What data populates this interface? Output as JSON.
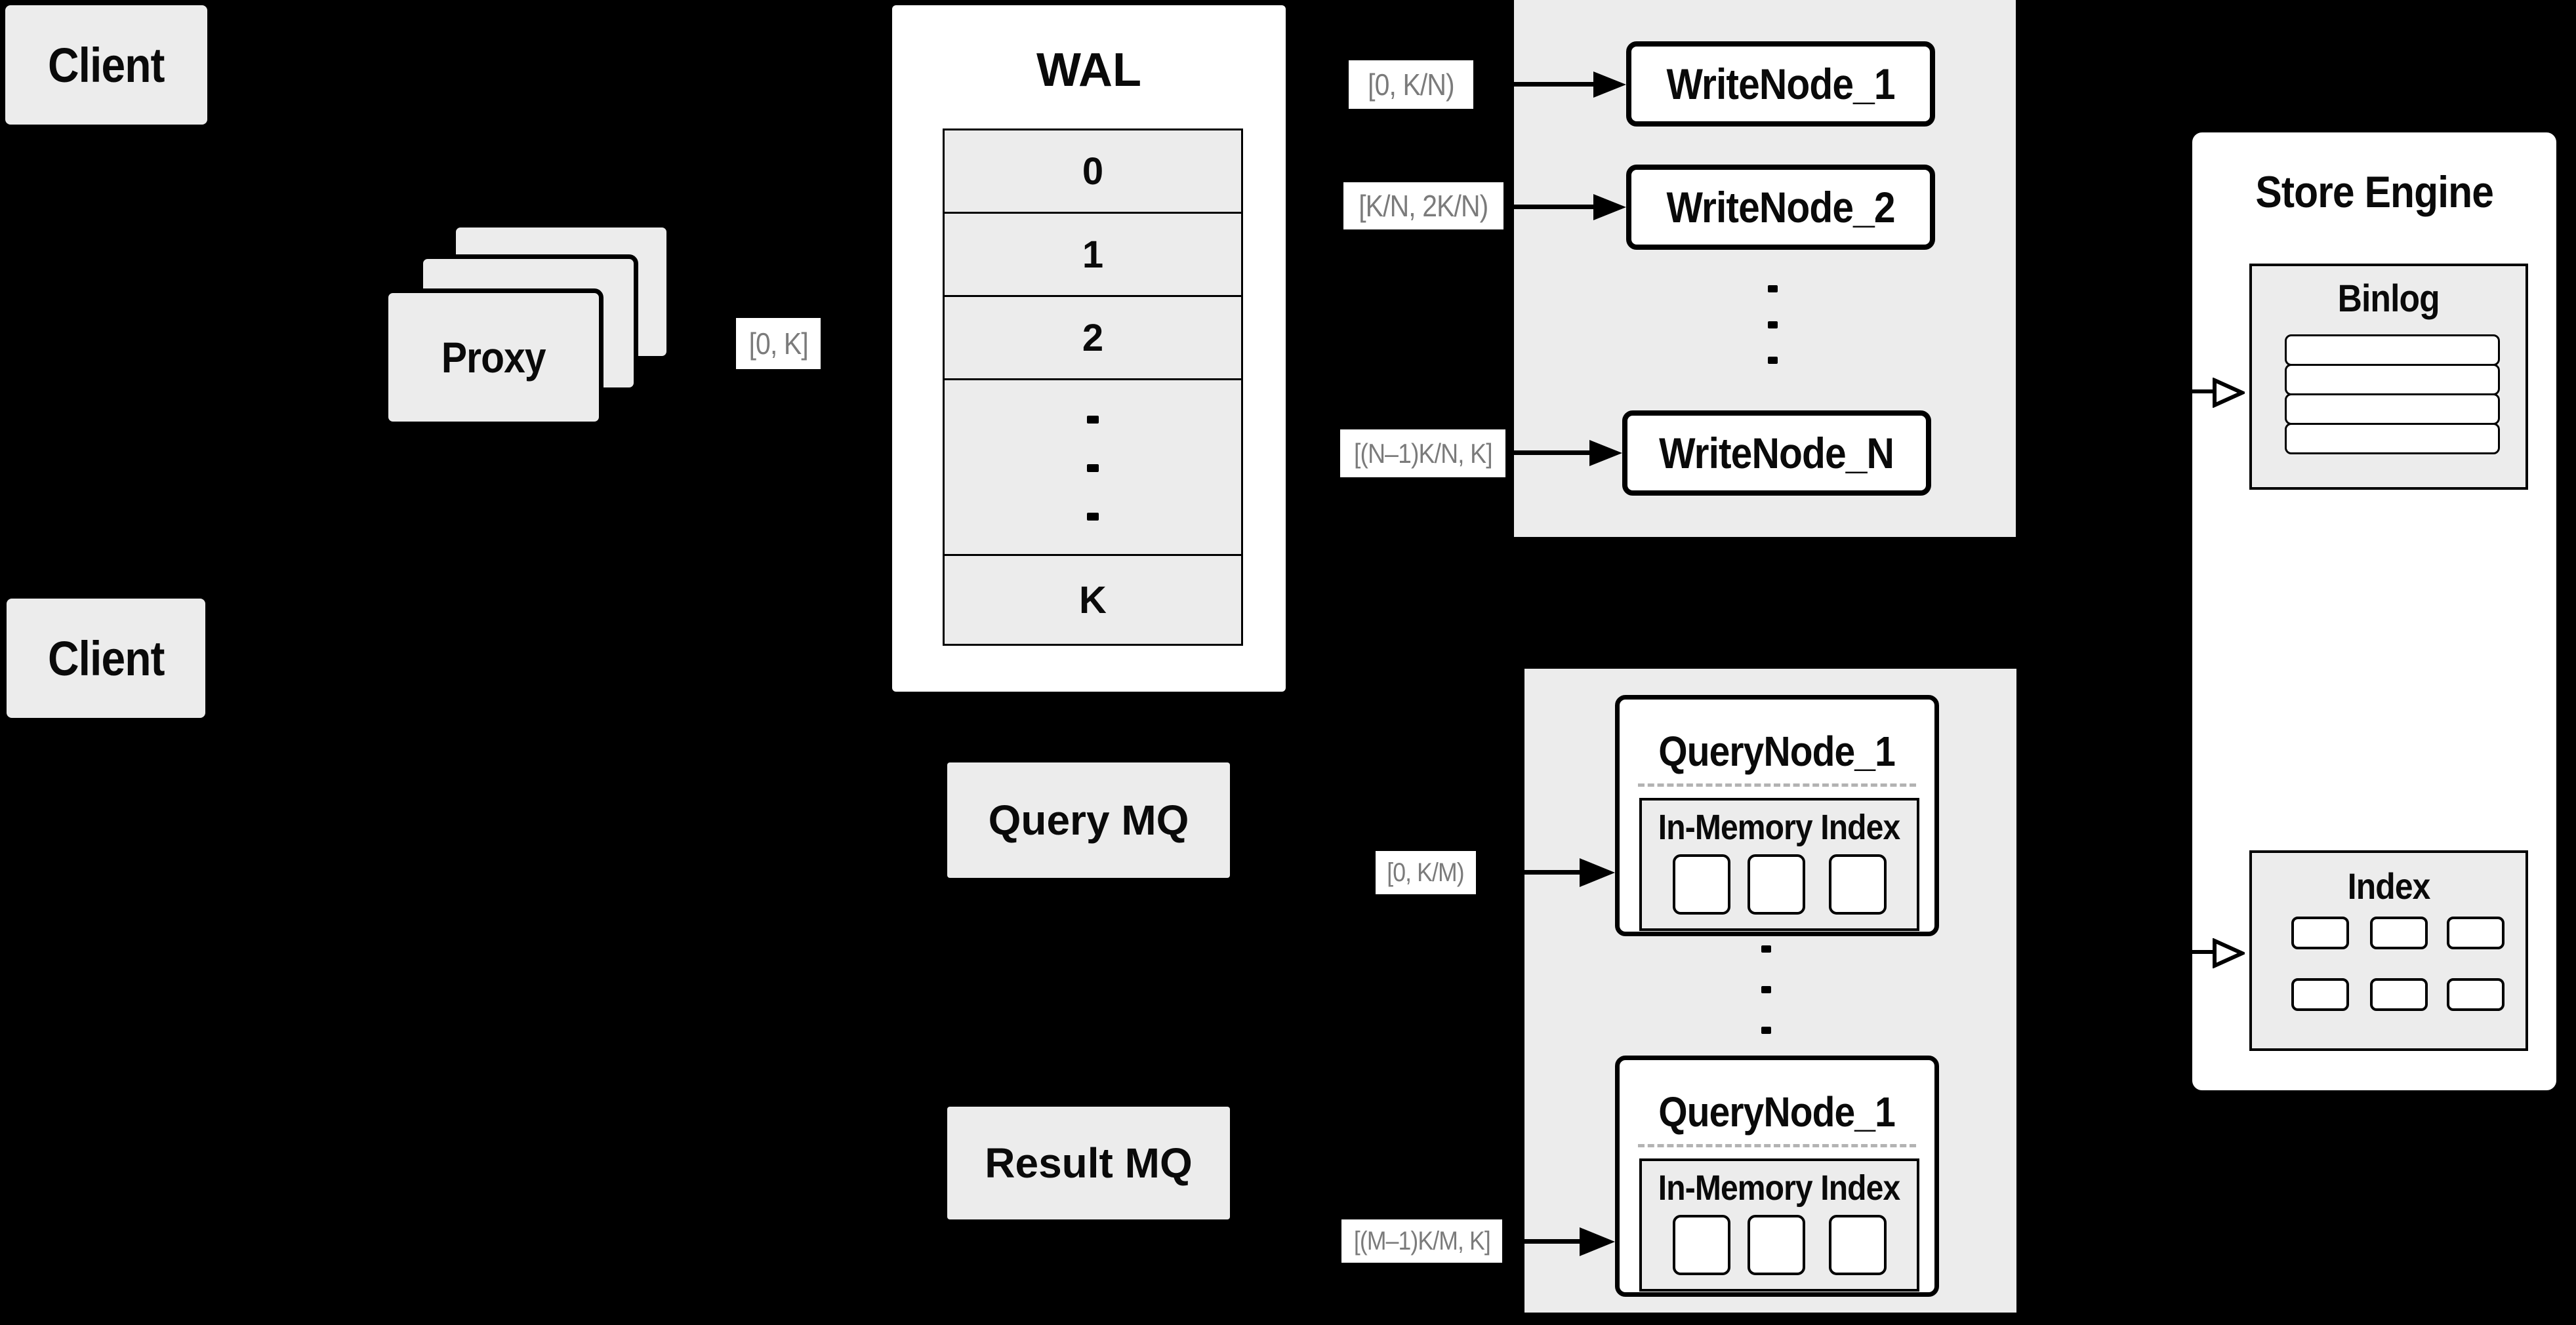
{
  "colors": {
    "background": "#000000",
    "panel": "#ececec",
    "box_fill": "#ffffff",
    "border": "#000000",
    "range_text": "#7b7b7b",
    "dash": "#b3b3b3"
  },
  "clients": [
    {
      "label": "Client"
    },
    {
      "label": "Client"
    }
  ],
  "proxy": {
    "label": "Proxy"
  },
  "ingest": {
    "range": "[0, K]"
  },
  "wal": {
    "title": "WAL",
    "segments": [
      "0",
      "1",
      "2"
    ],
    "last_segment": "K"
  },
  "write_panel": {
    "nodes": [
      {
        "range": "[0,  K/N)",
        "label": "WriteNode_1"
      },
      {
        "range": "[K/N, 2K/N)",
        "label": "WriteNode_2"
      },
      {
        "range": "[(N–1)K/N,  K]",
        "label": "WriteNode_N"
      }
    ]
  },
  "query_mq": {
    "label": "Query MQ"
  },
  "result_mq": {
    "label": "Result MQ"
  },
  "query_panel": {
    "nodes": [
      {
        "range": "[0, K/M)",
        "label": "QueryNode_1",
        "memory_title": "In-Memory Index"
      },
      {
        "range": "[(M–1)K/M, K]",
        "label": "QueryNode_1",
        "memory_title": "In-Memory Index"
      }
    ]
  },
  "store_engine": {
    "title": "Store Engine",
    "binlog": {
      "title": "Binlog"
    },
    "index": {
      "title": "Index"
    }
  }
}
